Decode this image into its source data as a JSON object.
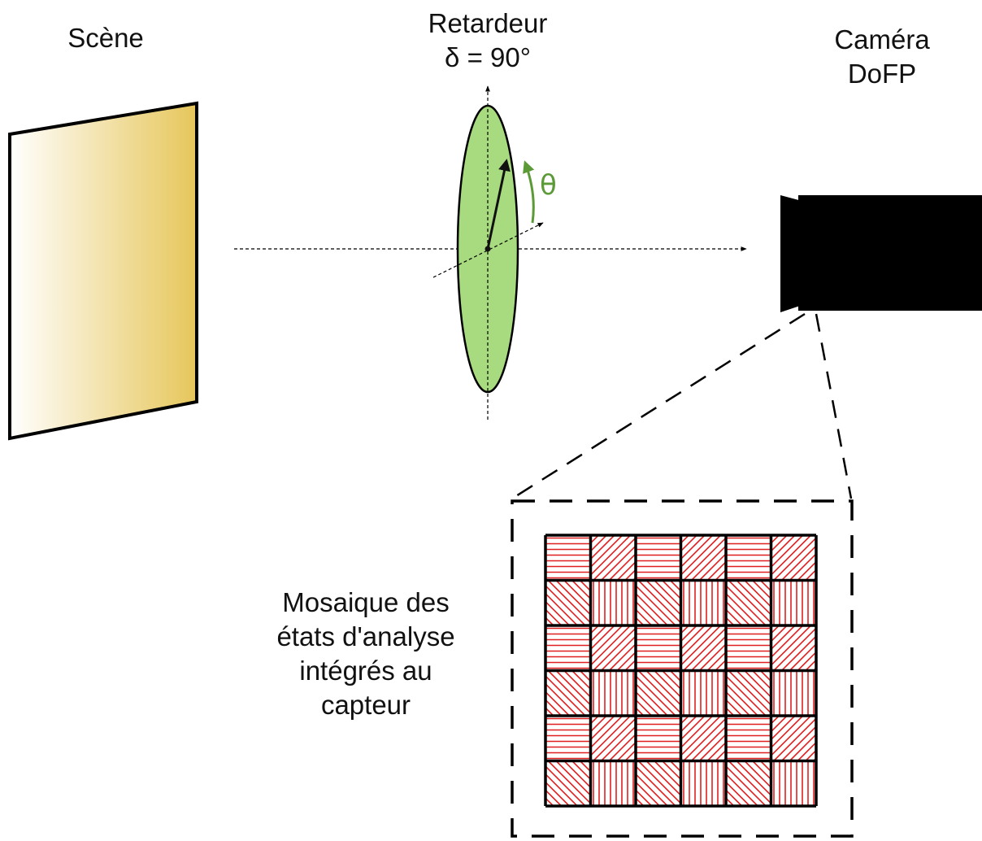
{
  "scene": {
    "label": "Scène"
  },
  "retarder": {
    "label": "Retardeur",
    "delta_label": "δ = 90°",
    "angle_symbol": "θ"
  },
  "camera": {
    "label_line1": "Caméra",
    "label_line2": "DoFP"
  },
  "mosaic": {
    "label_lines": [
      "Mosaique des",
      "états d'analyse",
      "intégrés au",
      "capteur"
    ],
    "rows": 6,
    "cols": 6,
    "pattern": [
      [
        "horizontal",
        "diagonal-ne",
        "horizontal",
        "diagonal-ne",
        "horizontal",
        "diagonal-ne"
      ],
      [
        "diagonal-nw",
        "vertical",
        "diagonal-nw",
        "vertical",
        "diagonal-nw",
        "vertical"
      ],
      [
        "horizontal",
        "diagonal-ne",
        "horizontal",
        "diagonal-ne",
        "horizontal",
        "diagonal-ne"
      ],
      [
        "diagonal-nw",
        "vertical",
        "diagonal-nw",
        "vertical",
        "diagonal-nw",
        "vertical"
      ],
      [
        "horizontal",
        "diagonal-ne",
        "horizontal",
        "diagonal-ne",
        "horizontal",
        "diagonal-ne"
      ],
      [
        "diagonal-nw",
        "vertical",
        "diagonal-nw",
        "vertical",
        "diagonal-nw",
        "vertical"
      ]
    ]
  },
  "colors": {
    "scene_gradient_start": "#ffffff",
    "scene_gradient_end": "#e6c65a",
    "retarder_fill": "#a8db7f",
    "theta_color": "#5b9a36",
    "mosaic_line_color": "#e02020",
    "outline": "#000000"
  }
}
